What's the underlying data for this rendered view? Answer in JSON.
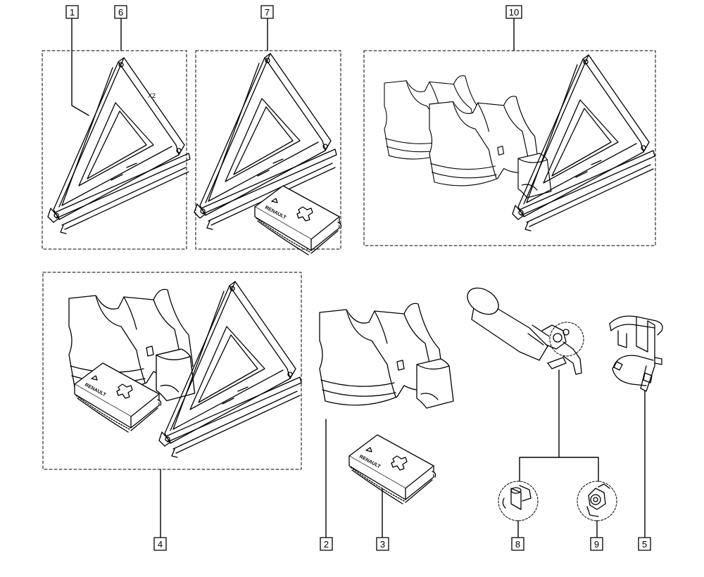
{
  "callouts": {
    "c1": "1",
    "c2": "2",
    "c3": "3",
    "c4": "4",
    "c5": "5",
    "c6": "6",
    "c7": "7",
    "c8": "8",
    "c9": "9",
    "c10": "10"
  },
  "annotations": {
    "quantity": "X2"
  },
  "kit_brand": "RENAULT",
  "colors": {
    "line": "#000000",
    "background": "#ffffff"
  }
}
